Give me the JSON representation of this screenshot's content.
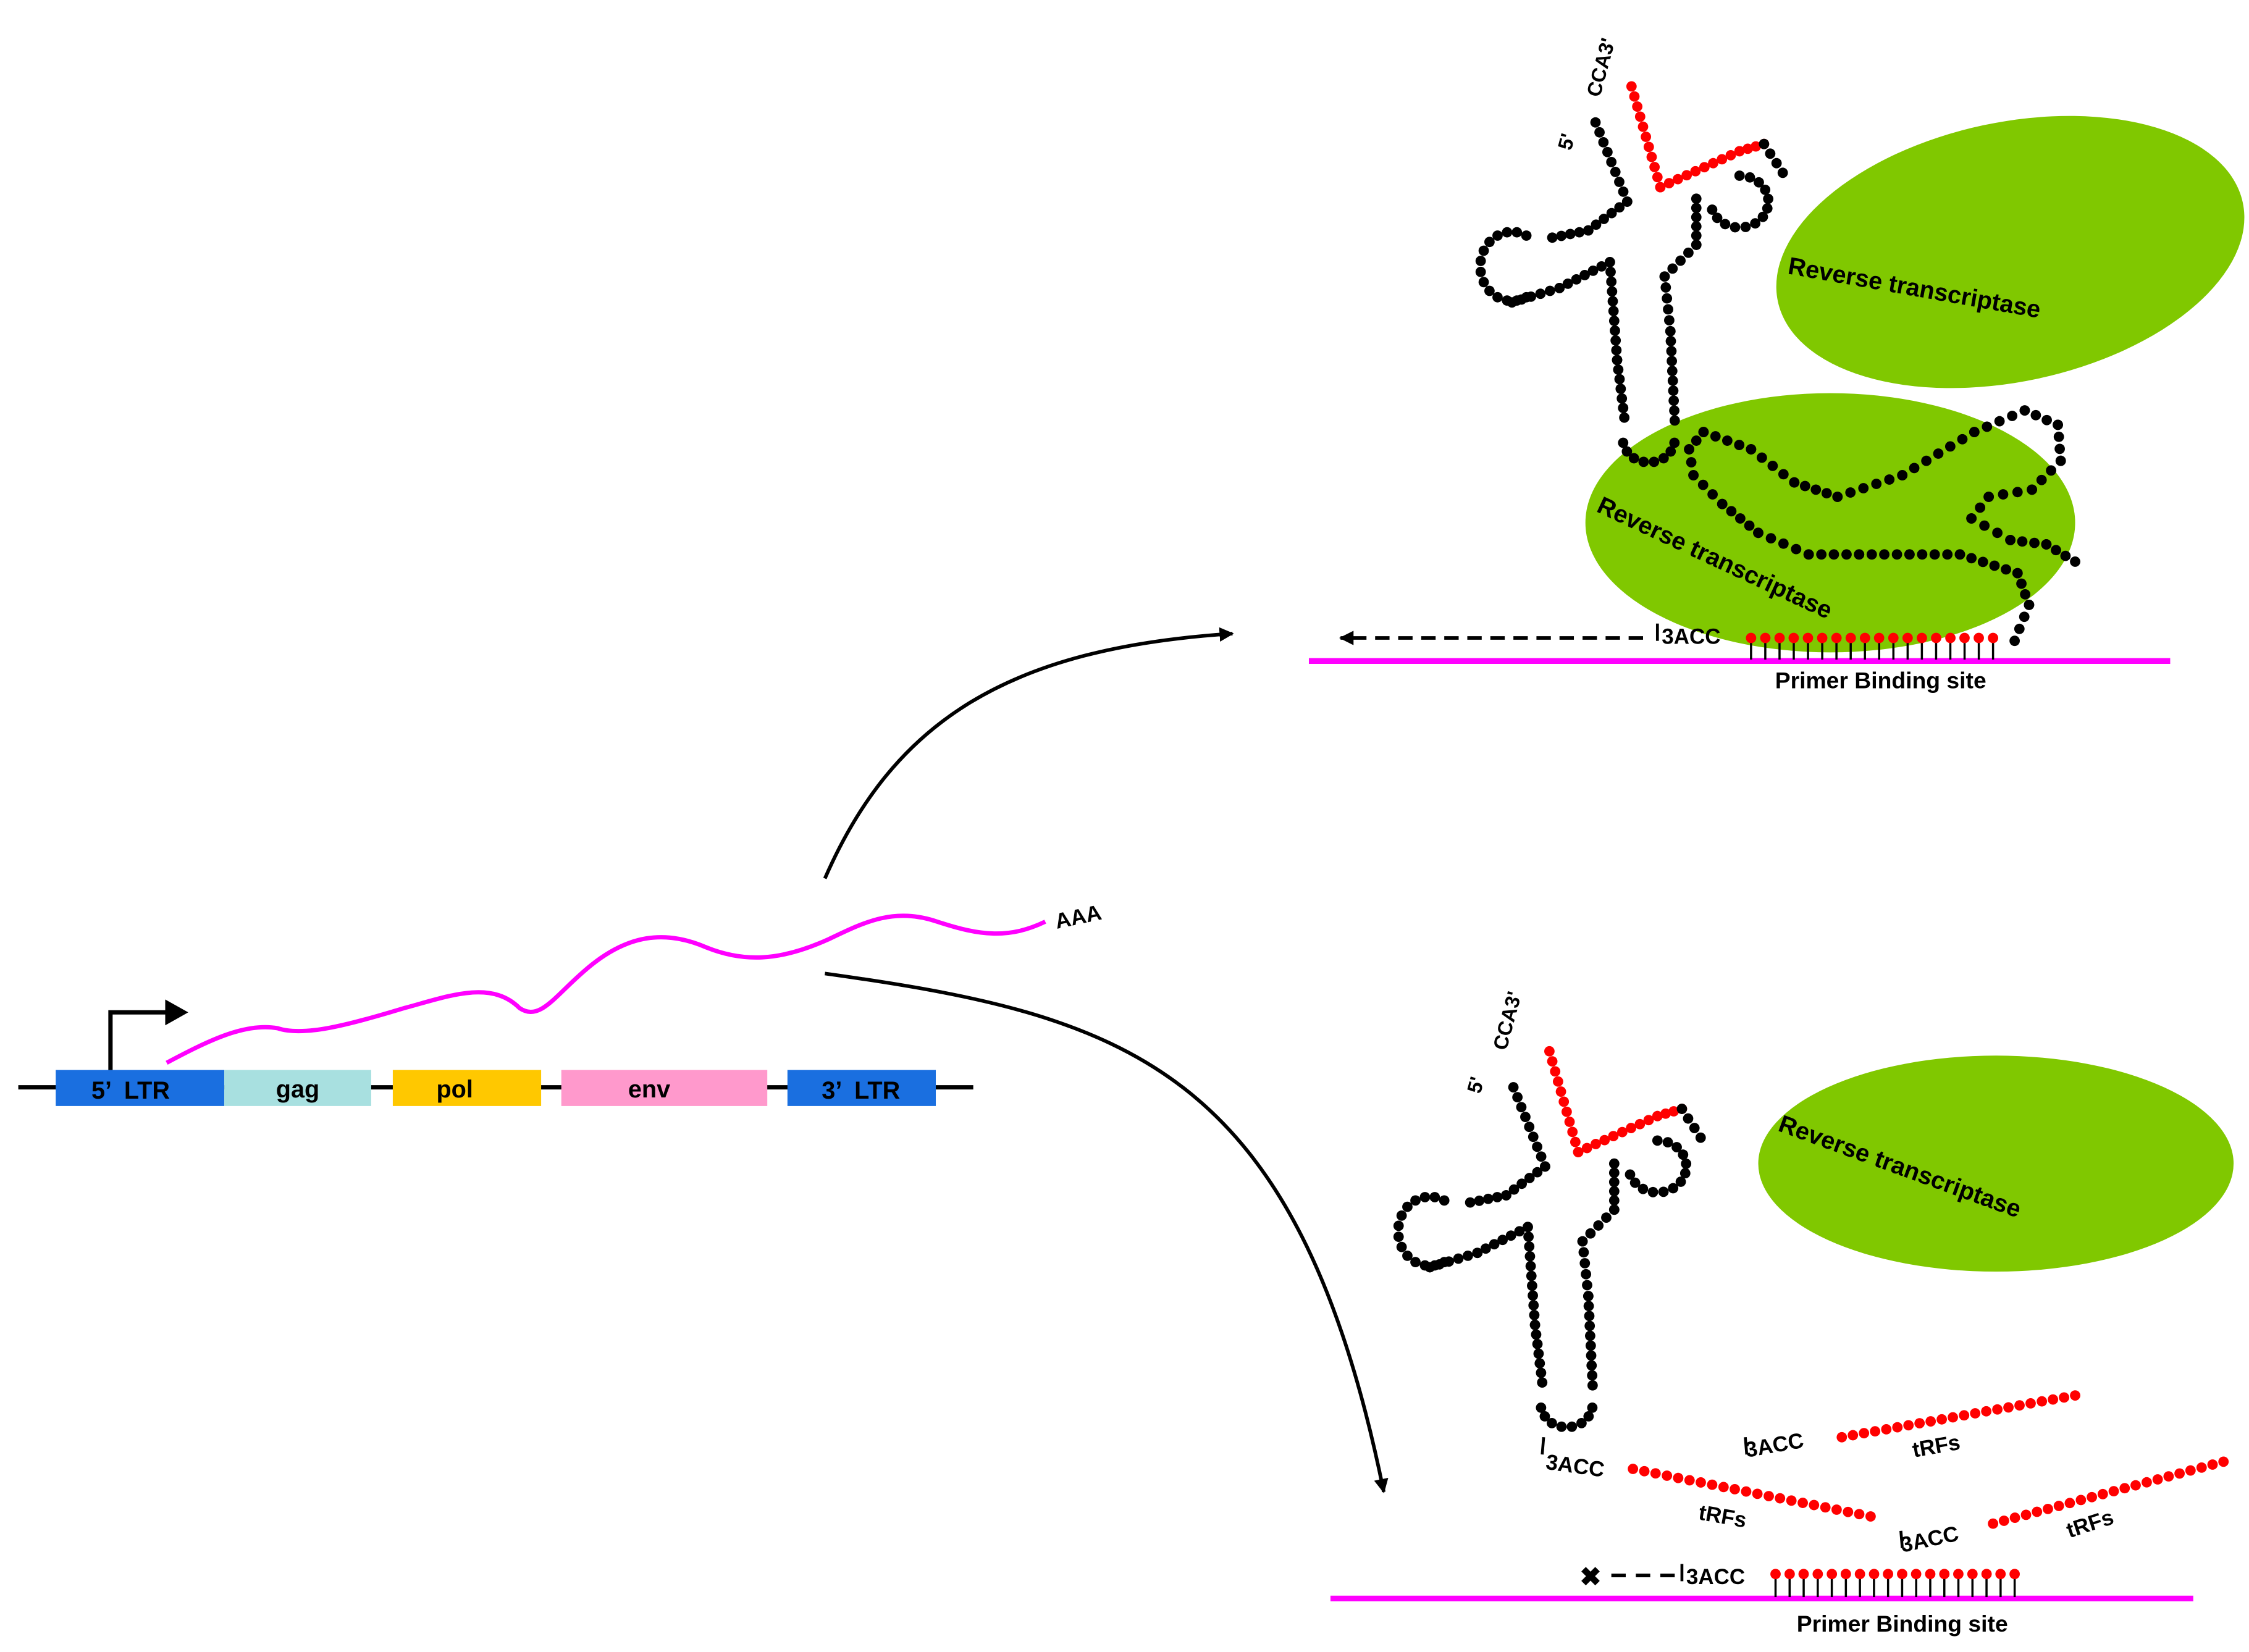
{
  "colors": {
    "rna": "#ff00ff",
    "ltr": "#1a6fe0",
    "gag": "#a8e0e0",
    "pol": "#ffc800",
    "env": "#ff99cc",
    "enzyme": "#80c800",
    "trna_body": "#000000",
    "trna_acceptor": "#ff0000",
    "line": "#000000"
  },
  "genome": {
    "ltr5_label": "5’  LTR",
    "gag_label": "gag",
    "pol_label": "pol",
    "env_label": "env",
    "ltr3_label": "3’  LTR",
    "polya_label": "AAA"
  },
  "top_panel": {
    "trna_five_prime": "5'",
    "trna_three_prime": "CCA3'",
    "enzyme_free_label": "Reverse transcriptase",
    "enzyme_bound_label": "Reverse transcriptase",
    "primer_label": "3ACC",
    "pbs_label": "Primer Binding site"
  },
  "bottom_panel": {
    "trna_five_prime": "5'",
    "trna_three_prime": "CCA3'",
    "enzyme_label": "Reverse transcriptase",
    "block_mark": "✖",
    "primer_label": "3ACC",
    "pbs_label": "Primer Binding site",
    "fragments": [
      {
        "primer": "3ACC",
        "label": "tRFs"
      },
      {
        "primer": "3ACC",
        "label": "tRFs"
      },
      {
        "primer": "3ACC",
        "label": "tRFs"
      }
    ]
  }
}
